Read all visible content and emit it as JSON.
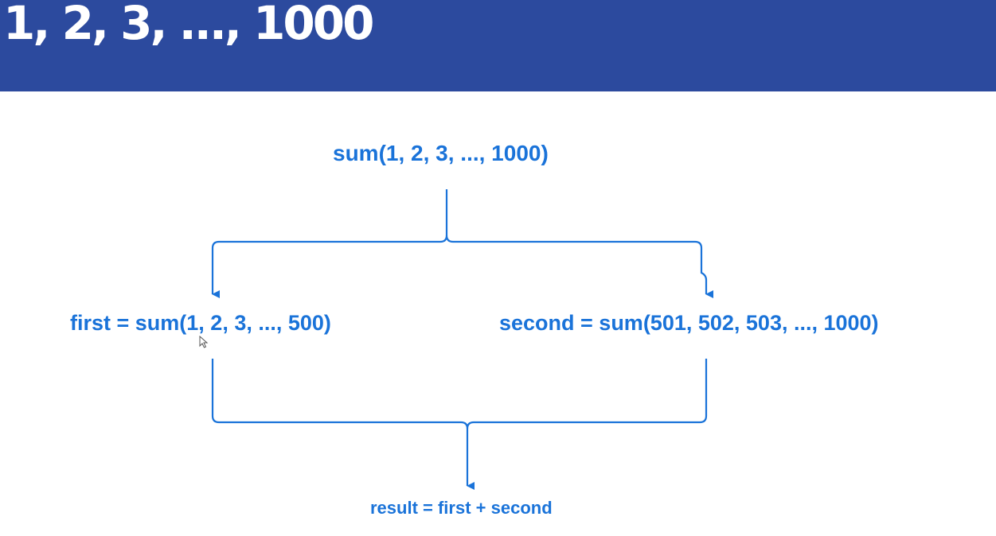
{
  "header": {
    "title": "1, 2, 3, ..., 1000",
    "background_color": "#2c4a9e",
    "text_color": "#ffffff"
  },
  "diagram": {
    "accent_color": "#1a73d9",
    "nodes": {
      "root": "sum(1, 2, 3, ..., 1000)",
      "first": "first = sum(1, 2, 3, ..., 500)",
      "second": "second = sum(501, 502, 503, ..., 1000)",
      "result": "result = first + second"
    },
    "edges": [
      {
        "from": "root",
        "to": "first"
      },
      {
        "from": "root",
        "to": "second"
      },
      {
        "from": "first",
        "to": "result"
      },
      {
        "from": "second",
        "to": "result"
      }
    ]
  },
  "cursor": {
    "icon": "mouse-pointer-icon"
  }
}
